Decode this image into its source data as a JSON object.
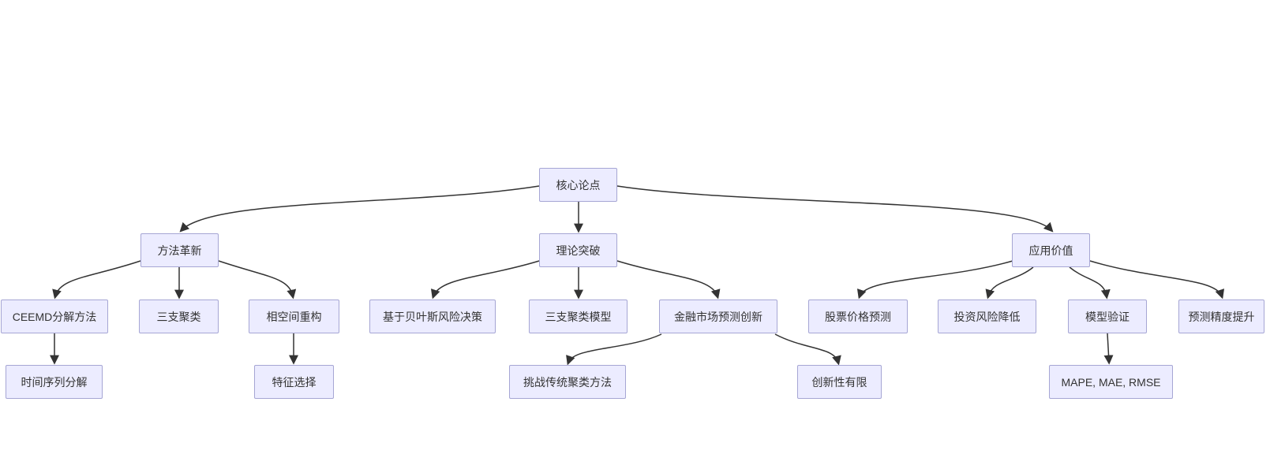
{
  "diagram": {
    "type": "flowchart-tree",
    "background_color": "#ffffff",
    "node_fill_color": "#ECECFF",
    "node_border_color": "#a6a6d4",
    "node_text_color": "#333333",
    "edge_color": "#333333",
    "nodes": [
      {
        "id": "core-thesis",
        "label": "核心论点"
      },
      {
        "id": "method-innovation",
        "label": "方法革新"
      },
      {
        "id": "theory-breakthrough",
        "label": "理论突破"
      },
      {
        "id": "application-value",
        "label": "应用价值"
      },
      {
        "id": "ceemd-decomposition",
        "label": "CEEMD分解方法"
      },
      {
        "id": "three-way-clustering",
        "label": "三支聚类"
      },
      {
        "id": "phase-space-reconstruction",
        "label": "相空间重构"
      },
      {
        "id": "bayesian-risk-decision",
        "label": "基于贝叶斯风险决策"
      },
      {
        "id": "three-way-clustering-model",
        "label": "三支聚类模型"
      },
      {
        "id": "financial-market-prediction-innovation",
        "label": "金融市场预测创新"
      },
      {
        "id": "stock-price-prediction",
        "label": "股票价格预测"
      },
      {
        "id": "investment-risk-reduction",
        "label": "投资风险降低"
      },
      {
        "id": "model-validation",
        "label": "模型验证"
      },
      {
        "id": "prediction-accuracy-improvement",
        "label": "预测精度提升"
      },
      {
        "id": "time-series-decomposition",
        "label": "时间序列分解"
      },
      {
        "id": "feature-selection",
        "label": "特征选择"
      },
      {
        "id": "challenge-traditional-clustering",
        "label": "挑战传统聚类方法"
      },
      {
        "id": "limited-innovation",
        "label": "创新性有限"
      },
      {
        "id": "metrics",
        "label": "MAPE, MAE, RMSE"
      }
    ],
    "edges": [
      {
        "from": "core-thesis",
        "to": "method-innovation"
      },
      {
        "from": "core-thesis",
        "to": "theory-breakthrough"
      },
      {
        "from": "core-thesis",
        "to": "application-value"
      },
      {
        "from": "method-innovation",
        "to": "ceemd-decomposition"
      },
      {
        "from": "method-innovation",
        "to": "three-way-clustering"
      },
      {
        "from": "method-innovation",
        "to": "phase-space-reconstruction"
      },
      {
        "from": "theory-breakthrough",
        "to": "bayesian-risk-decision"
      },
      {
        "from": "theory-breakthrough",
        "to": "three-way-clustering-model"
      },
      {
        "from": "theory-breakthrough",
        "to": "financial-market-prediction-innovation"
      },
      {
        "from": "application-value",
        "to": "stock-price-prediction"
      },
      {
        "from": "application-value",
        "to": "investment-risk-reduction"
      },
      {
        "from": "application-value",
        "to": "model-validation"
      },
      {
        "from": "application-value",
        "to": "prediction-accuracy-improvement"
      },
      {
        "from": "ceemd-decomposition",
        "to": "time-series-decomposition"
      },
      {
        "from": "phase-space-reconstruction",
        "to": "feature-selection"
      },
      {
        "from": "financial-market-prediction-innovation",
        "to": "challenge-traditional-clustering"
      },
      {
        "from": "financial-market-prediction-innovation",
        "to": "limited-innovation"
      },
      {
        "from": "model-validation",
        "to": "metrics"
      }
    ]
  }
}
